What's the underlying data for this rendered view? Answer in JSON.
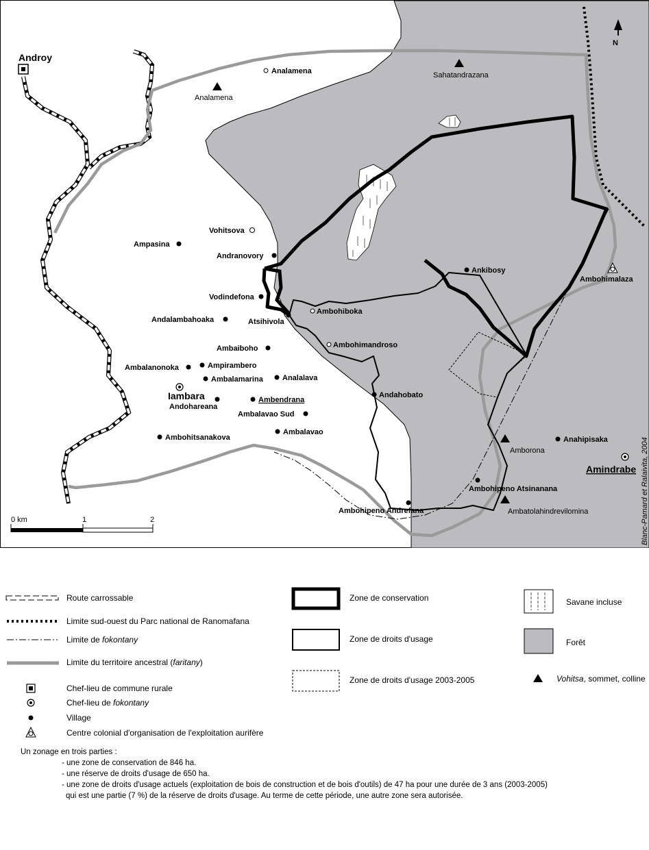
{
  "map": {
    "north_label": "N",
    "credit": "Blanc-Pamard et Ralaivita, 2004",
    "scale": {
      "ticks": [
        "0 km",
        "1",
        "2"
      ]
    },
    "places": {
      "androy": "Androy",
      "analamena_village": "Analamena",
      "analamena_peak": "Analamena",
      "sahatandrazana": "Sahatandrazana",
      "vohitsova": "Vohitsova",
      "ampasina": "Ampasina",
      "andranovory": "Andranovory",
      "ankibosy": "Ankibosy",
      "ambohimalaza": "Ambohimalaza",
      "vodindefona": "Vodindefona",
      "andalambahoaka": "Andalambahoaka",
      "atsihivola": "Atsihivola",
      "ambohiboka": "Ambohiboka",
      "ambaiboho": "Ambaiboho",
      "ambohimandroso": "Ambohimandroso",
      "ambalanonoka": "Ambalanonoka",
      "ampirambero": "Ampirambero",
      "ambalamarina": "Ambalamarina",
      "analalava": "Analalava",
      "iambara": "Iambara",
      "andohareana": "Andohareana",
      "ambendrana": "Ambendrana",
      "andahobato": "Andahobato",
      "ambalavao_sud": "Ambalavao Sud",
      "ambohitsanakova": "Ambohitsanakova",
      "ambalavao": "Ambalavao",
      "amborona": "Amborona",
      "anahipisaka": "Anahipisaka",
      "amindrabe": "Amindrabe",
      "ambohipeno_atsinanana": "Ambohipeno Atsinanana",
      "ambohipeno_andrefana": "Ambohipeno Andrefana",
      "ambatolahindrevilomina": "Ambatolahindrevilomina"
    }
  },
  "legend": {
    "route": "Route carrossable",
    "parc": "Limite sud-ouest du Parc national de Ranomafana",
    "fokontany_prefix": "Limite de ",
    "fokontany_em": "fokontany",
    "faritany_prefix": "Limite du territoire ancestral (",
    "faritany_em": "faritany",
    "faritany_suffix": ")",
    "commune": "Chef-lieu de commune rurale",
    "chef_fokontany_prefix": "Chef-lieu de ",
    "chef_fokontany_em": "fokontany",
    "village": "Village",
    "centre": "Centre colonial d'organisation de l'exploitation aurifère",
    "conservation": "Zone de conservation",
    "droits": "Zone de droits d'usage",
    "droits_2003": "Zone de droits d'usage 2003-2005",
    "savane": "Savane incluse",
    "foret": "Forêt",
    "vohitsa_em": "Vohitsa",
    "vohitsa_rest": ", sommet, colline"
  },
  "note": {
    "intro": "Un zonage en trois parties :",
    "item1": "- une zone de conservation de 846 ha.",
    "item2": "- une réserve de droits d'usage de 650 ha.",
    "item3a": "- une zone de droits d'usage actuels (exploitation de bois de construction et de bois d'outils) de 47 ha  pour une durée de 3 ans (2003-2005)",
    "item3b": "qui est une partie (7 %) de la réserve de droits d'usage. Au terme de cette période, une autre zone sera autorisée."
  },
  "colors": {
    "forest": "#bcbcc0",
    "faritany": "#9a9a9a",
    "line": "#000000"
  }
}
